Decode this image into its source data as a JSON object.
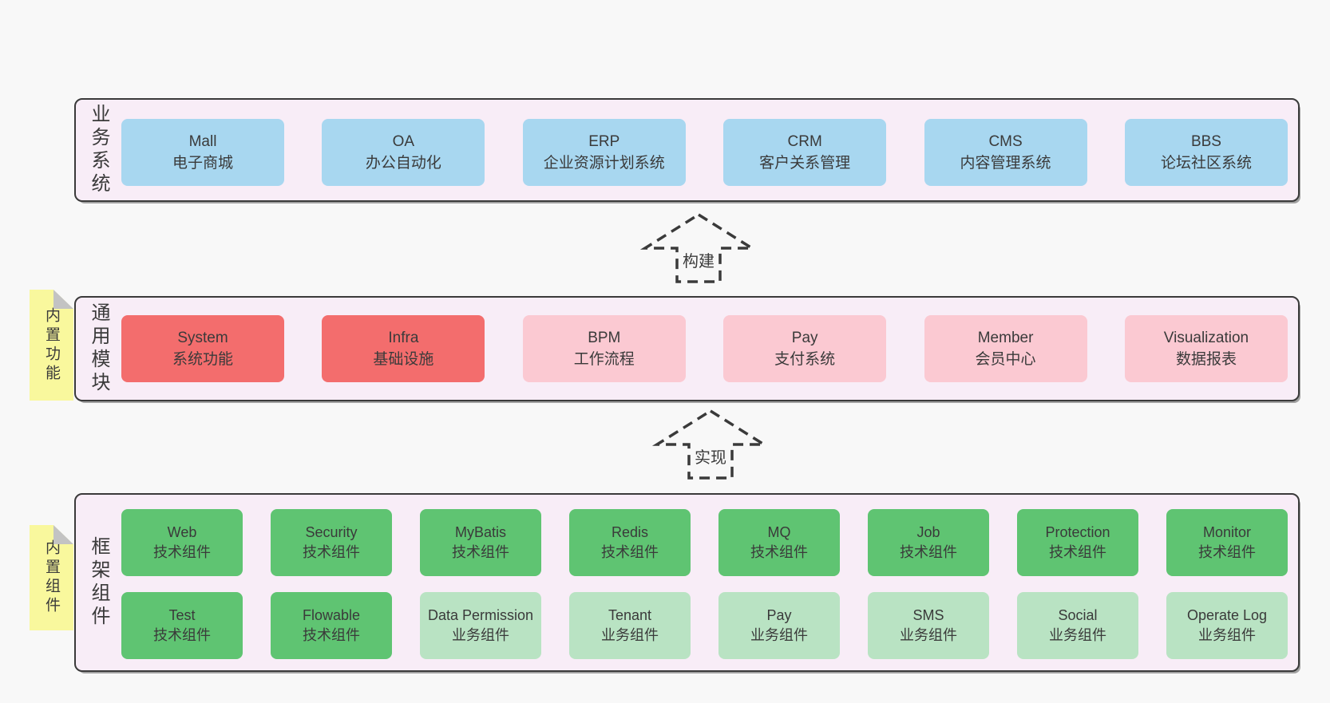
{
  "colors": {
    "page_bg": "#f8f8f8",
    "panel_bg": "#f8edf7",
    "panel_border": "#3a3a3a",
    "text": "#3a3a3a",
    "blue": "#a8d7f0",
    "red": "#f36d6d",
    "pink": "#fbc9d2",
    "green": "#5fc472",
    "light_green": "#b9e3c3",
    "sticky_yellow": "#f9f89d",
    "sticky_fold": "#c3c3c3"
  },
  "layers": {
    "business": {
      "label": "业务系统",
      "boxes": [
        {
          "title": "Mall",
          "subtitle": "电子商城",
          "color": "blue"
        },
        {
          "title": "OA",
          "subtitle": "办公自动化",
          "color": "blue"
        },
        {
          "title": "ERP",
          "subtitle": "企业资源计划系统",
          "color": "blue"
        },
        {
          "title": "CRM",
          "subtitle": "客户关系管理",
          "color": "blue"
        },
        {
          "title": "CMS",
          "subtitle": "内容管理系统",
          "color": "blue"
        },
        {
          "title": "BBS",
          "subtitle": "论坛社区系统",
          "color": "blue"
        }
      ]
    },
    "modules": {
      "label": "通用模块",
      "sticky": "内置功能",
      "boxes": [
        {
          "title": "System",
          "subtitle": "系统功能",
          "color": "red"
        },
        {
          "title": "Infra",
          "subtitle": "基础设施",
          "color": "red"
        },
        {
          "title": "BPM",
          "subtitle": "工作流程",
          "color": "pink"
        },
        {
          "title": "Pay",
          "subtitle": "支付系统",
          "color": "pink"
        },
        {
          "title": "Member",
          "subtitle": "会员中心",
          "color": "pink"
        },
        {
          "title": "Visualization",
          "subtitle": "数据报表",
          "color": "pink"
        }
      ]
    },
    "components": {
      "label": "框架组件",
      "sticky": "内置组件",
      "row1": [
        {
          "title": "Web",
          "subtitle": "技术组件",
          "color": "green"
        },
        {
          "title": "Security",
          "subtitle": "技术组件",
          "color": "green"
        },
        {
          "title": "MyBatis",
          "subtitle": "技术组件",
          "color": "green"
        },
        {
          "title": "Redis",
          "subtitle": "技术组件",
          "color": "green"
        },
        {
          "title": "MQ",
          "subtitle": "技术组件",
          "color": "green"
        },
        {
          "title": "Job",
          "subtitle": "技术组件",
          "color": "green"
        },
        {
          "title": "Protection",
          "subtitle": "技术组件",
          "color": "green"
        },
        {
          "title": "Monitor",
          "subtitle": "技术组件",
          "color": "green"
        }
      ],
      "row2": [
        {
          "title": "Test",
          "subtitle": "技术组件",
          "color": "green"
        },
        {
          "title": "Flowable",
          "subtitle": "技术组件",
          "color": "green"
        },
        {
          "title": "Data Permission",
          "subtitle": "业务组件",
          "color": "light_green"
        },
        {
          "title": "Tenant",
          "subtitle": "业务组件",
          "color": "light_green"
        },
        {
          "title": "Pay",
          "subtitle": "业务组件",
          "color": "light_green"
        },
        {
          "title": "SMS",
          "subtitle": "业务组件",
          "color": "light_green"
        },
        {
          "title": "Social",
          "subtitle": "业务组件",
          "color": "light_green"
        },
        {
          "title": "Operate Log",
          "subtitle": "业务组件",
          "color": "light_green"
        }
      ]
    }
  },
  "arrows": {
    "build": {
      "label": "构建"
    },
    "implement": {
      "label": "实现"
    }
  }
}
